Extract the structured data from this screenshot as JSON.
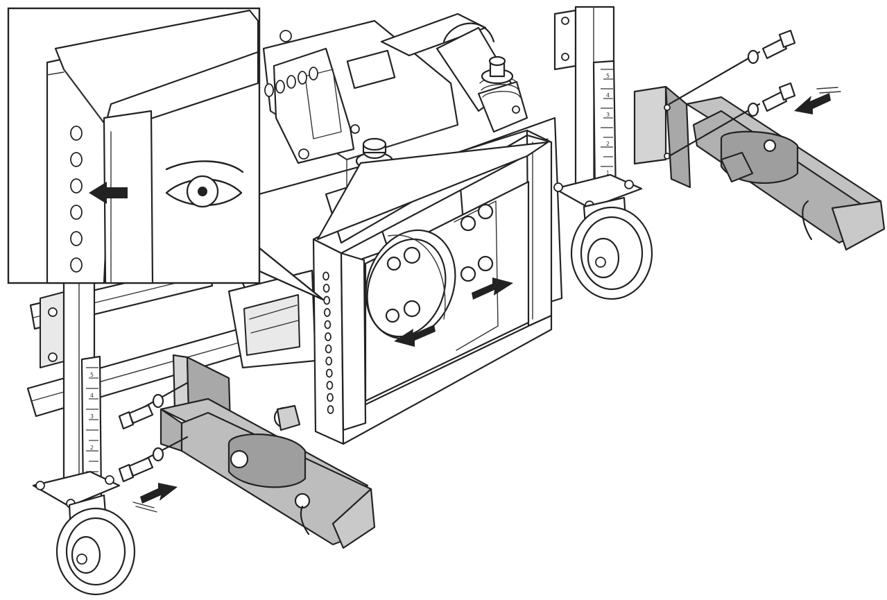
{
  "colors": {
    "line": "#222222",
    "background": "#ffffff",
    "light_gray": "#e9e9e9",
    "part_gray": "#b9b9b9",
    "dark_gray": "#9a9a9a"
  },
  "inset": {
    "icon": "eye-icon",
    "arrow_icon": "arrow-left-icon",
    "hole_count": 6
  },
  "frame": {
    "hole_count": 12
  },
  "height_scale": {
    "marks": [
      "5",
      "4",
      "3",
      "2",
      "1"
    ]
  },
  "direction_arrows": [
    "arrow-right-icon",
    "arrow-left-icon",
    "arrow-right-icon",
    "arrow-left-icon"
  ]
}
